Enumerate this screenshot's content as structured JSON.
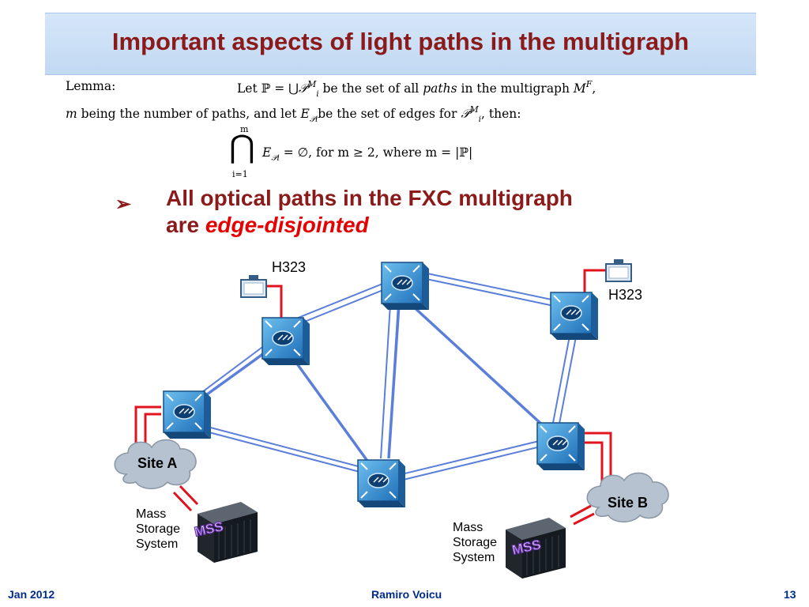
{
  "slide": {
    "title": "Important aspects of light paths in the multigraph",
    "lemma_label": "Lemma:",
    "lemma": {
      "let": "Let",
      "set_P": "ℙ",
      "eq": "=",
      "union": "⋃",
      "calP": "𝒫",
      "sup_M": "M",
      "sub_i": "i",
      "be_set_of_all": "be the set of all",
      "paths": "paths",
      "in_multigraph": "in the multigraph",
      "M": "M",
      "F": "F",
      "comma": ",",
      "m": "m",
      "being": "being the number of paths, and let",
      "E": "E",
      "be_edges": "be the set of edges for",
      "then": ", then:",
      "big_cap": "⋂",
      "cap_top": "m",
      "cap_bottom": "i=1",
      "formula_tail": "= ∅, for m ≥ 2, where m = |ℙ|"
    },
    "bullet_mark": "➢",
    "bullet_line1": "All optical paths in the FXC multigraph",
    "bullet_line2_prefix": "are ",
    "bullet_highlight": "edge-disjointed"
  },
  "diagram": {
    "h323_left": "H323",
    "h323_right": "H323",
    "site_a": "Site A",
    "site_b": "Site B",
    "mss_left_lines": [
      "Mass",
      "Storage",
      "System"
    ],
    "mss_right_lines": [
      "Mass",
      "Storage",
      "System"
    ],
    "mss_logo": "MSS",
    "colors": {
      "link_blue": "#5b7fd9",
      "link_red": "#e0141e",
      "switch_blue": "#2f8fd0"
    }
  },
  "footer": {
    "date": "Jan 2012",
    "author": "Ramiro Voicu",
    "page": "13"
  }
}
